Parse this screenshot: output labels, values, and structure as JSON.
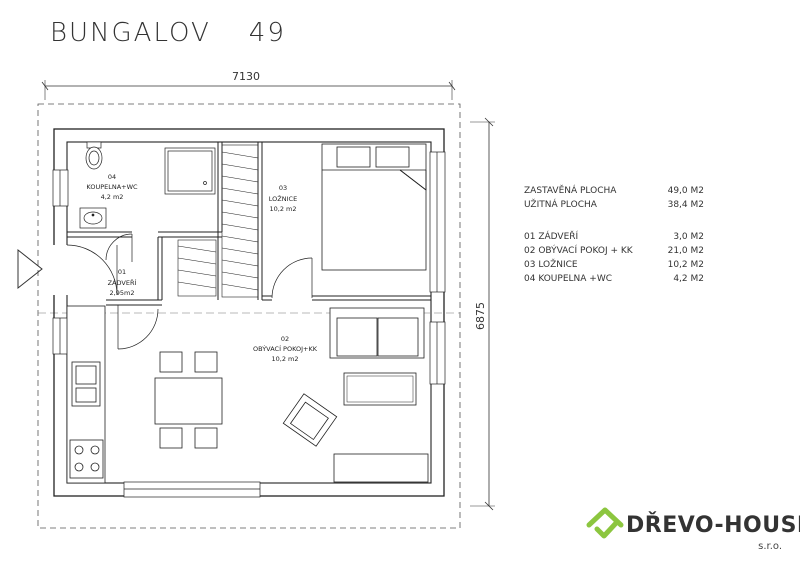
{
  "title": {
    "name": "BUNGALOV",
    "number": "49"
  },
  "dimensions": {
    "width": "7130",
    "depth": "6875"
  },
  "rooms": [
    {
      "code": "04",
      "name": "KOUPELNA+WC",
      "area": "4,2 m2"
    },
    {
      "code": "03",
      "name": "LOŽNICE",
      "area": "10,2 m2"
    },
    {
      "code": "01",
      "name": "ZÁDVEŘÍ",
      "area": "2,95m2"
    },
    {
      "code": "02",
      "name": "OBÝVACÍ POKOJ+KK",
      "area": "10,2 m2"
    }
  ],
  "summary": {
    "built_label": "ZASTAVĚNÁ PLOCHA",
    "built_value": "49,0  M2",
    "usable_label": "UŽITNÁ PLOCHA",
    "usable_value": "38,4  M2",
    "list": [
      {
        "label": "01  ZÁDVEŘÍ",
        "value": "3,0  M2"
      },
      {
        "label": "02  OBÝVACÍ POKOJ  +  KK",
        "value": "21,0  M2"
      },
      {
        "label": "03  LOŽNICE",
        "value": "10,2  M2"
      },
      {
        "label": "04  KOUPELNA  +WC",
        "value": "4,2  M2"
      }
    ]
  },
  "logo": {
    "brand": "DŘEVO-HOUSE",
    "sub": "s.r.o.",
    "color": "#8cc63f"
  }
}
